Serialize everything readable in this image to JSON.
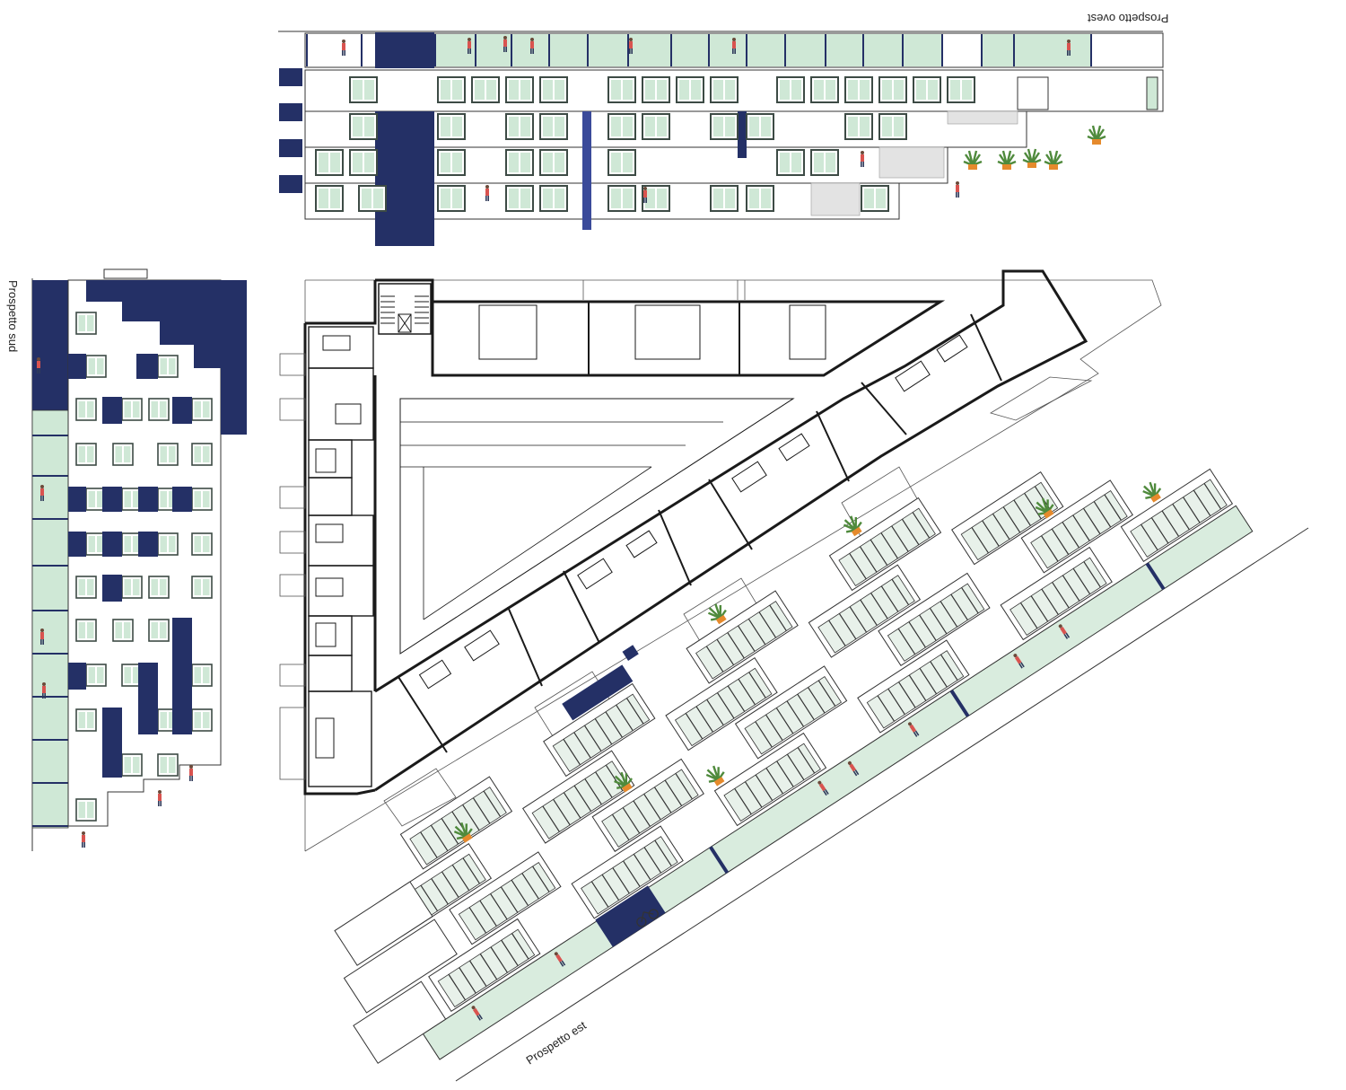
{
  "labels": {
    "west_elevation": "Prospetto ovest",
    "south_elevation": "Prospetto sud",
    "east_elevation": "Prospetto est"
  },
  "colors": {
    "accent_navy": "#243066",
    "glass_green": "#cfe8d6",
    "window_frame": "#3d4b45",
    "wall_line": "#1a1a1a",
    "paving_gray": "#c8c8c8",
    "plant_green": "#4f8a3c",
    "plant_orange": "#e58a2c"
  },
  "icons": [
    "stair-icon",
    "elevator-icon",
    "people-figure-icon",
    "potted-plant-icon",
    "bicycle-icon"
  ]
}
